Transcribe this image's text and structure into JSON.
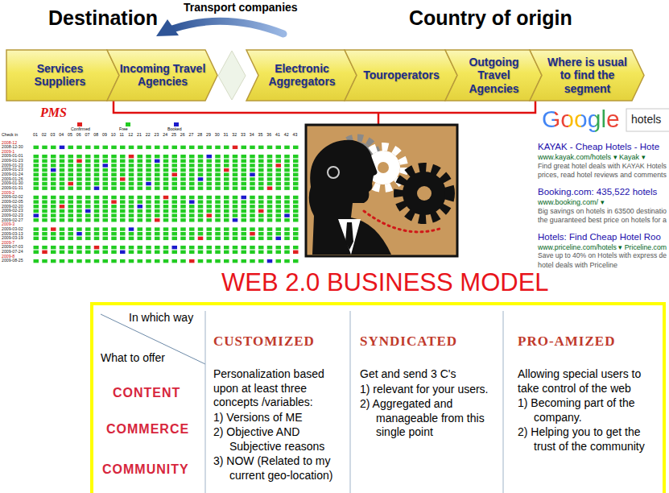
{
  "diagram": {
    "title": "WEB 2.0 BUSINESS MODEL",
    "nodes": [
      {
        "text": [
          "Services Suppliers"
        ]
      },
      {
        "text": [
          "Incoming Travel Agencies"
        ]
      },
      {
        "text": [
          "Electronic Aggregators"
        ]
      },
      {
        "text": [
          "Touroperators"
        ]
      },
      {
        "text": [
          "Outgoing Travel Agencies"
        ]
      },
      {
        "text": [
          "Where is usual to find the segment"
        ]
      }
    ],
    "edges": [
      {
        "from": 1,
        "to": 5,
        "arrow": "none"
      }
    ],
    "labels": [
      "Destination",
      "Transport companies",
      "Country of origin",
      "PMS",
      "Check in",
      "2008-12",
      "2008-12-30",
      "2009-1",
      "2009-01-01",
      "2009-01-23",
      "2009-01-23",
      "2009-01-23",
      "2009-01-24",
      "2009-01-26",
      "2009-01-30",
      "2009-01-31",
      "2009-2",
      "2009-02-02",
      "2009-02-05",
      "2009-02-20",
      "2009-02-23",
      "2009-02-23",
      "2009-02-27",
      "2009-3",
      "2009-03-02",
      "2009-03-13",
      "2009-03-19",
      "2009-7",
      "2009-07-03",
      "2009-07-24",
      "2009-8",
      "2009-08-25",
      "01",
      "02",
      "03",
      "04",
      "05",
      "06",
      "07",
      "08",
      "09",
      "10",
      "11",
      "12",
      "21",
      "22",
      "23",
      "24",
      "25",
      "26",
      "27",
      "28",
      "29",
      "30",
      "31",
      "32",
      "33",
      "34",
      "35",
      "36",
      "41",
      "42",
      "43",
      "Google",
      "hotels",
      "KAYAK - Cheap Hotels - Hote",
      "www.kayak.com/hotels ▾ Kayak ▾",
      "Find great hotel deals with KAYAK Hotels",
      "prices, read hotel reviews and comments",
      "Booking.com: 435,522 hotels",
      "www.booking.com/ ▾",
      "Big savings on hotels in 63500 destinatio",
      "the guaranteed best price on hotels for a",
      "Hotels: Find Cheap Hotel Roo",
      "www.priceline.com/hotels ▾ Priceline.com",
      "Save up to 40% on Hotels with express de",
      "hotel deals with Priceline",
      "In which way",
      "What to offer",
      "CUSTOMIZED",
      "SYNDICATED",
      "PRO-AMIZED",
      "CONTENT",
      "COMMERCE",
      "COMMUNITY",
      "Personalization based upon at least three concepts /variables:",
      "1) Versions of ME",
      "2) Objective AND Subjective reasons",
      "3) NOW (Related to my current geo-location)",
      "Get and send 3 C's",
      "1) relevant for your users.",
      "2) Aggregated and manageable from this single point",
      "Allowing special users to take control of the web",
      "1) Becoming part of the company.",
      "2) Helping you to get the trust of the community"
    ],
    "legend": [
      {
        "text": "Confirmed",
        "color": "#e02020"
      },
      {
        "text": "Free",
        "color": "#22cc22"
      },
      {
        "text": "Booked",
        "color": "#1a1acc"
      }
    ]
  }
}
